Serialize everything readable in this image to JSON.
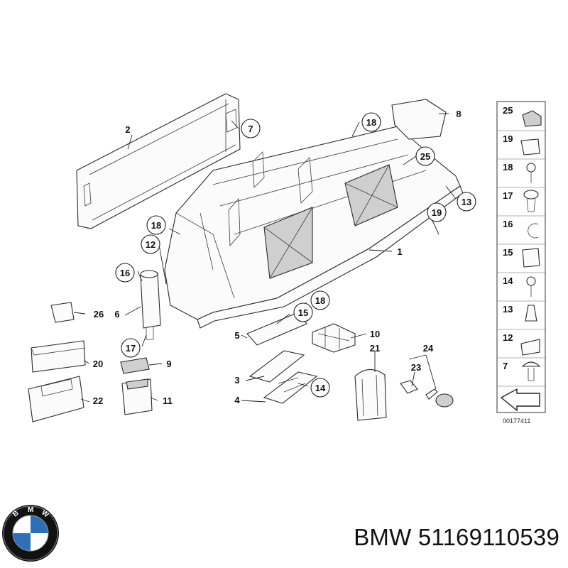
{
  "diagram": {
    "callouts": [
      "1",
      "2",
      "3",
      "4",
      "5",
      "6",
      "7",
      "8",
      "9",
      "10",
      "11",
      "12",
      "13",
      "14",
      "15",
      "16",
      "17",
      "18",
      "19",
      "20",
      "21",
      "22",
      "23",
      "24",
      "25",
      "26"
    ],
    "circled_callouts": [
      "7",
      "18",
      "25",
      "13",
      "19",
      "18",
      "12",
      "16",
      "17",
      "15",
      "18",
      "14"
    ],
    "legend": [
      "25",
      "19",
      "18",
      "17",
      "16",
      "15",
      "14",
      "13",
      "12",
      "7"
    ],
    "drawing_number": "00177411"
  },
  "footer": {
    "brand": "BMW",
    "part_number": "51169110539",
    "logo_letters": "BMW",
    "logo_colors": {
      "ring": "#111111",
      "blue": "#2f6fb5",
      "white": "#ffffff"
    }
  }
}
